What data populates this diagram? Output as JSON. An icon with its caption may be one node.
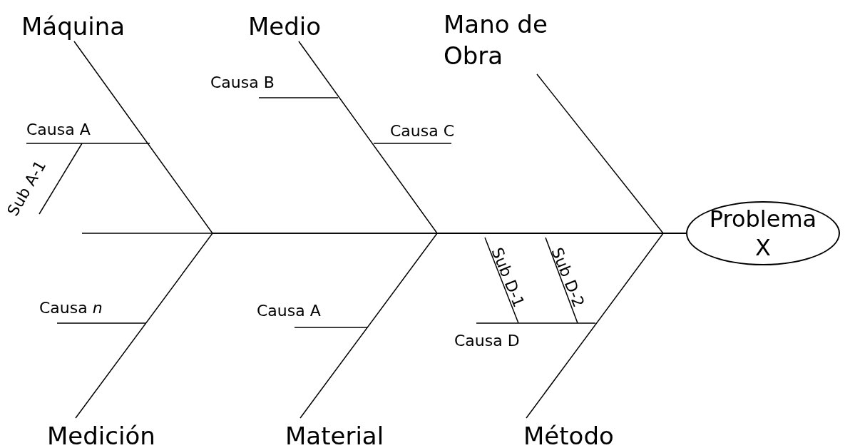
{
  "diagram": {
    "nodes": [
      {
        "text": [
          "Problema X"
        ]
      },
      {
        "text": [
          "Máquina"
        ]
      },
      {
        "text": [
          "Medio"
        ]
      },
      {
        "text": [
          "Mano de Obra"
        ]
      },
      {
        "text": [
          "Medición"
        ]
      },
      {
        "text": [
          "Material"
        ]
      },
      {
        "text": [
          "Método"
        ]
      }
    ],
    "edges": [
      {
        "from": 1,
        "to": 0,
        "arrow": "none"
      },
      {
        "from": 2,
        "to": 0,
        "arrow": "none"
      },
      {
        "from": 3,
        "to": 0,
        "arrow": "none"
      },
      {
        "from": 4,
        "to": 0,
        "arrow": "none"
      },
      {
        "from": 5,
        "to": 0,
        "arrow": "none"
      },
      {
        "from": 6,
        "to": 0,
        "arrow": "none"
      }
    ],
    "labels": [
      "Causa B",
      "Causa A",
      "Causa C",
      "Sub A-1",
      "Sub D-1",
      "Sub D-2",
      "Causa *n*",
      "Causa A",
      "Causa D"
    ]
  }
}
